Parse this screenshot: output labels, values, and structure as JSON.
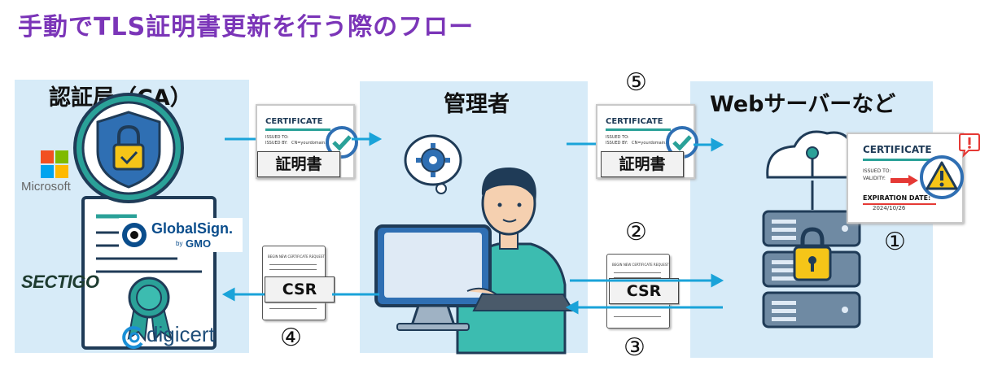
{
  "title": "手動でTLS証明書更新を行う際のフロー",
  "panels": {
    "ca": {
      "label": "認証局（CA）"
    },
    "admin": {
      "label": "管理者"
    },
    "server": {
      "label": "Webサーバーなど"
    }
  },
  "logos": {
    "microsoft": "Microsoft",
    "globalsign": "GlobalSign.",
    "globalsign_by": "by",
    "globalsign_gmo": "GMO",
    "sectigo": "SECTIGO",
    "digicert": "digicert"
  },
  "documents": {
    "cert_heading": "CERTIFICATE",
    "cert_issued_to": "ISSUED TO:",
    "cert_issued_by": "ISSUED BY:",
    "cert_domain": "CN=yourdomain.com",
    "cert_validity": "VALIDITY:",
    "cert_expiration": "EXPIRATION DATE:",
    "cert_exp_date": "2024/10/26",
    "csr_heading": "BEGIN NEW CERTIFICATE REQUEST",
    "cert_tag": "証明書",
    "csr_tag": "CSR"
  },
  "steps": {
    "s1": "①",
    "s2": "②",
    "s3": "③",
    "s4": "④",
    "s5": "⑤"
  },
  "colors": {
    "title": "#7b35b8",
    "panel": "#d7ebf8",
    "arrow": "#1aa3d9",
    "warning": "#f5c518"
  }
}
